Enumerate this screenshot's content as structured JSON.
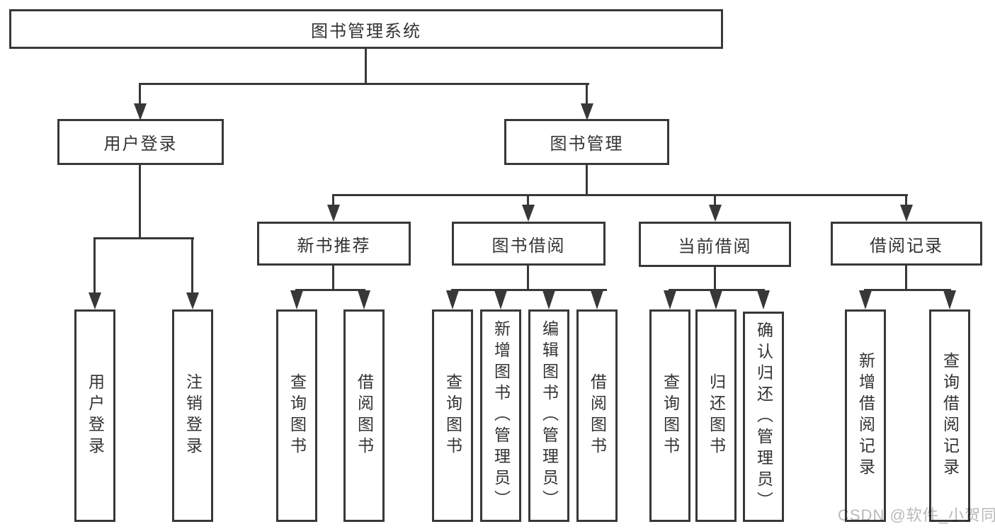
{
  "diagram_type": "hierarchy-tree",
  "colors": {
    "line": "#383838",
    "text": "#333333",
    "watermark": "#b9b9b9",
    "background": "#ffffff"
  },
  "watermark": {
    "text": "CSDN @软件_小贺同学"
  },
  "tree": {
    "label": "图书管理系统",
    "children": [
      {
        "label": "用户登录",
        "children": [
          {
            "label": "用户登录"
          },
          {
            "label": "注销登录"
          }
        ]
      },
      {
        "label": "图书管理",
        "children": [
          {
            "label": "新书推荐",
            "children": [
              {
                "label": "查询图书"
              },
              {
                "label": "借阅图书"
              }
            ]
          },
          {
            "label": "图书借阅",
            "children": [
              {
                "label": "查询图书"
              },
              {
                "label": "新增图书（管理员）"
              },
              {
                "label": "编辑图书（管理员）"
              },
              {
                "label": "借阅图书"
              }
            ]
          },
          {
            "label": "当前借阅",
            "children": [
              {
                "label": "查询图书"
              },
              {
                "label": "归还图书"
              },
              {
                "label": "确认归还（管理员）"
              }
            ]
          },
          {
            "label": "借阅记录",
            "children": [
              {
                "label": "新增借阅记录"
              },
              {
                "label": "查询借阅记录"
              }
            ]
          }
        ]
      }
    ]
  }
}
